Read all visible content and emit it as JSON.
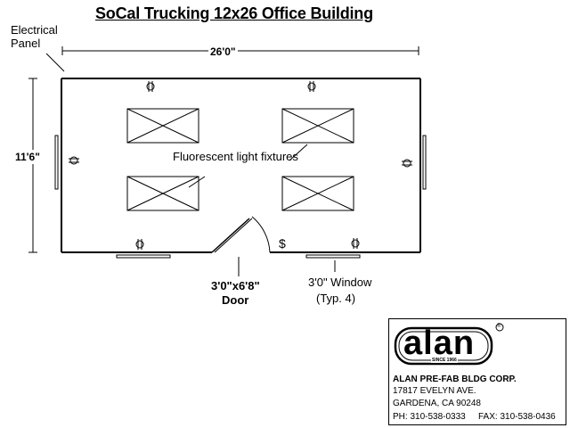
{
  "title": "SoCal Trucking 12x26 Office Building",
  "labels": {
    "electrical_panel_line1": "Electrical",
    "electrical_panel_line2": "Panel",
    "width_dim": "26'0\"",
    "height_dim": "11'6\"",
    "fixtures": "Fluorescent light fixtures",
    "door_line1": "3'0\"x6'8\"",
    "door_line2": "Door",
    "window_line1": "3'0\" Window",
    "window_line2": "(Typ. 4)",
    "switch_symbol": "$"
  },
  "company": {
    "logo_text": "alan",
    "since": "SINCE 1966",
    "registered": "®",
    "name": "ALAN PRE-FAB BLDG CORP.",
    "address1": "17817 EVELYN AVE.",
    "address2": "GARDENA, CA 90248",
    "phone": "PH: 310-538-0333",
    "fax": "FAX: 310-538-0436"
  }
}
